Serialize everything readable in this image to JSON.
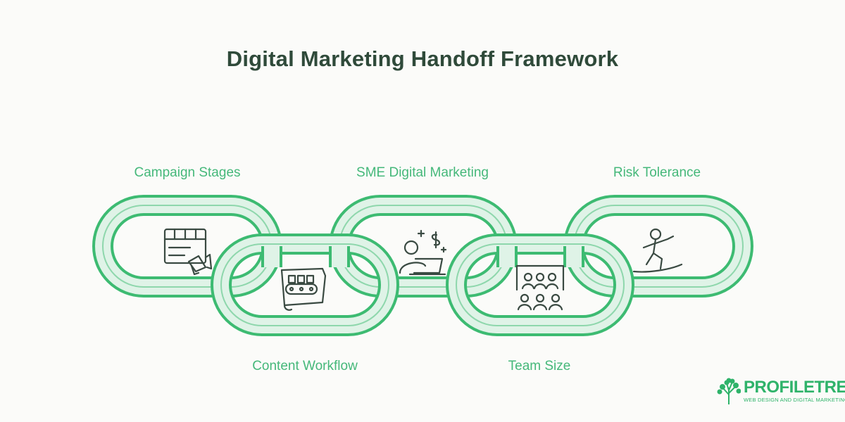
{
  "title": "Digital Marketing Handoff Framework",
  "links": [
    {
      "label": "Campaign Stages",
      "icon": "calendar-megaphone-icon"
    },
    {
      "label": "Content Workflow",
      "icon": "conveyor-document-icon"
    },
    {
      "label": "SME Digital Marketing",
      "icon": "person-laptop-dollar-icon"
    },
    {
      "label": "Team Size",
      "icon": "team-group-icon"
    },
    {
      "label": "Risk Tolerance",
      "icon": "surfer-icon"
    }
  ],
  "logo": {
    "name": "PROFILETREE",
    "tagline": "WEB DESIGN AND DIGITAL MARKETING"
  },
  "colors": {
    "chain_stroke": "#3dbb72",
    "chain_fill": "#d9f1e2",
    "title": "#2f4a3a",
    "label": "#45b87a"
  }
}
